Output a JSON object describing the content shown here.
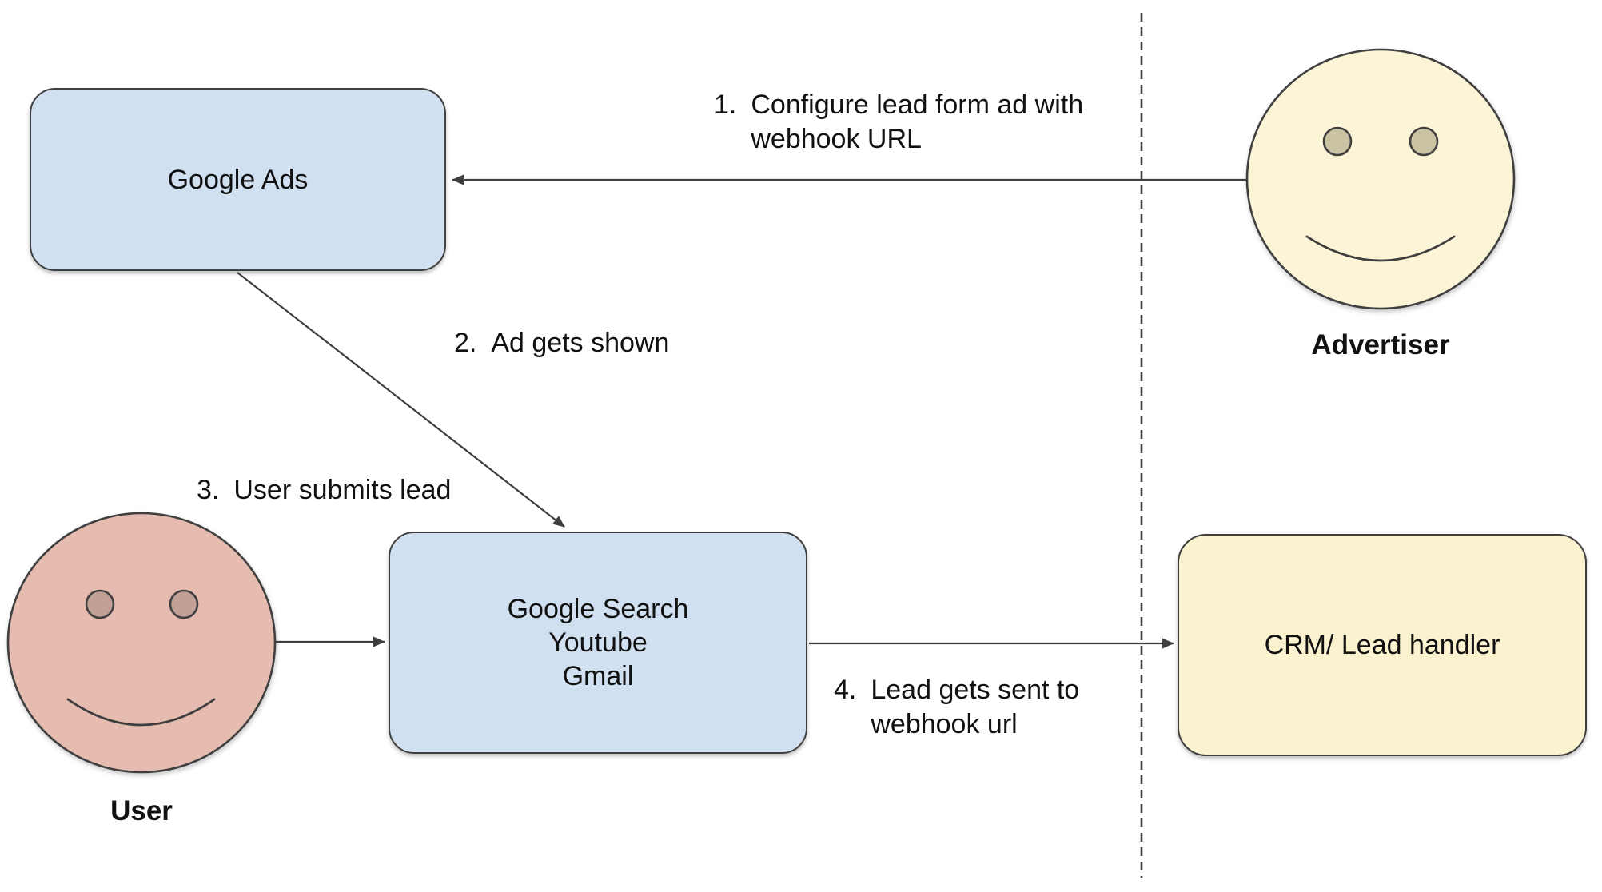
{
  "colors": {
    "box_blue": "#d0e0f0",
    "box_yellow": "#fbf2d0",
    "face_yellow": "#fcf4d6",
    "face_pink": "#e6bcb1",
    "eye_pink": "#c2a096",
    "eye_olive": "#c9c3a3",
    "stroke": "#3f3f3f",
    "text": "#111111",
    "background": "#ffffff"
  },
  "nodes": {
    "google_ads": {
      "label": "Google Ads"
    },
    "google_surfaces": {
      "lines": [
        "Google Search",
        "Youtube",
        "Gmail"
      ]
    },
    "crm": {
      "label": "CRM/ Lead handler"
    }
  },
  "actors": {
    "advertiser": {
      "label": "Advertiser"
    },
    "user": {
      "label": "User"
    }
  },
  "steps": [
    {
      "num": "1.",
      "lines": [
        "Configure lead form ad with",
        "webhook URL"
      ]
    },
    {
      "num": "2.",
      "lines": [
        "Ad gets shown"
      ]
    },
    {
      "num": "3.",
      "lines": [
        "User submits lead"
      ]
    },
    {
      "num": "4.",
      "lines": [
        "Lead gets sent to",
        "webhook url"
      ]
    }
  ]
}
